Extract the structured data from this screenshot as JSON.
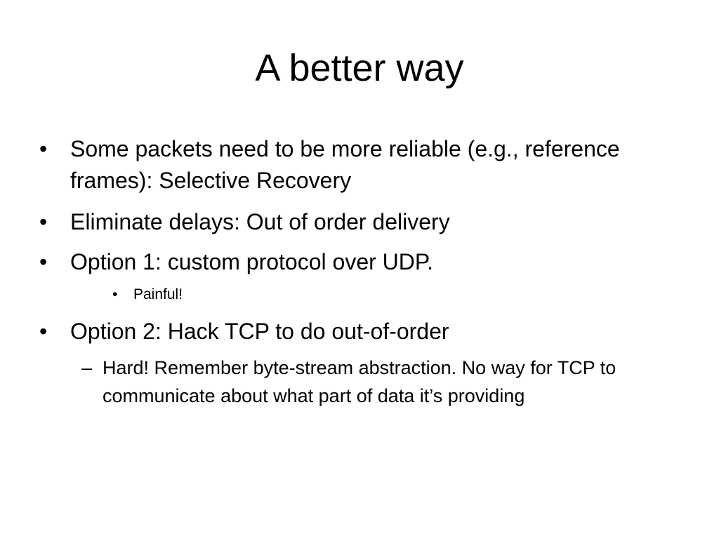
{
  "slide": {
    "title": "A better way",
    "bullet_glyph": "•",
    "dash_glyph": "–",
    "items": [
      {
        "text": "Some packets need to be more reliable (e.g., reference frames):  Selective Recovery"
      },
      {
        "text": "Eliminate delays:  Out of order delivery"
      },
      {
        "text": "Option 1:  custom protocol over UDP."
      },
      {
        "text": "Painful!"
      },
      {
        "text": "Option 2:  Hack TCP to do out-of-order"
      },
      {
        "text": "Hard!  Remember byte-stream abstraction.  No way for TCP to communicate about what part of data it’s providing"
      }
    ]
  }
}
